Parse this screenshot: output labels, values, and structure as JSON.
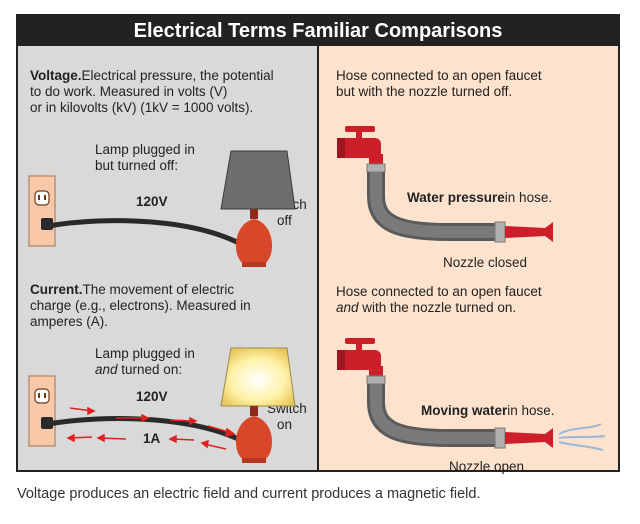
{
  "title": "Electrical Terms Familiar Comparisons",
  "voltage": {
    "term": "Voltage.",
    "definition_line1": "Electrical pressure, the potential",
    "definition_line2": "to do work. Measured in volts (V)",
    "definition_line3": "or in kilovolts (kV) (1kV = 1000 volts).",
    "lamp_label_line1": "Lamp plugged in",
    "lamp_label_line2": "but turned off:",
    "volts_label": "120V",
    "switch_label_line1": "Switch",
    "switch_label_line2": "off"
  },
  "current": {
    "term": "Current.",
    "definition_line1": "The movement of electric",
    "definition_line2": "charge (e.g., electrons). Measured in",
    "definition_line3": "amperes (A).",
    "lamp_label_line1": "Lamp plugged in",
    "lamp_label_line2_em": "and",
    "lamp_label_line2_rest": " turned on:",
    "volts_label": "120V",
    "amps_label": "1A",
    "switch_label_line1": "Switch",
    "switch_label_line2": "on"
  },
  "hose_off": {
    "line1": "Hose connected to an open faucet",
    "line2": "but with the nozzle turned off.",
    "pressure_bold": "Water pressure",
    "pressure_rest": "in hose.",
    "nozzle_label": "Nozzle closed"
  },
  "hose_on": {
    "line1": "Hose connected to an open faucet",
    "line2_em": "and",
    "line2_rest": " with the nozzle turned on.",
    "moving_bold": "Moving water",
    "moving_rest": "in hose.",
    "nozzle_label": "Nozzle open"
  },
  "caption": "Voltage produces an electric field and current produces a magnetic field.",
  "colors": {
    "banner": "#222222",
    "left_panel": "#d9d9d9",
    "right_panel": "#fde3cd",
    "lamp_base": "#d9472b",
    "lamp_shade_off": "#6d6d6d",
    "lamp_shade_on": "#fff2a8",
    "faucet": "#cc1f2a",
    "hose": "#6b6b6b",
    "arrows": "#e02020",
    "outlet": "#f8c8a8"
  },
  "icons": [
    "outlet-icon",
    "plug-icon",
    "lamp-icon",
    "faucet-icon",
    "hose-icon",
    "nozzle-icon",
    "water-spray-icon"
  ]
}
